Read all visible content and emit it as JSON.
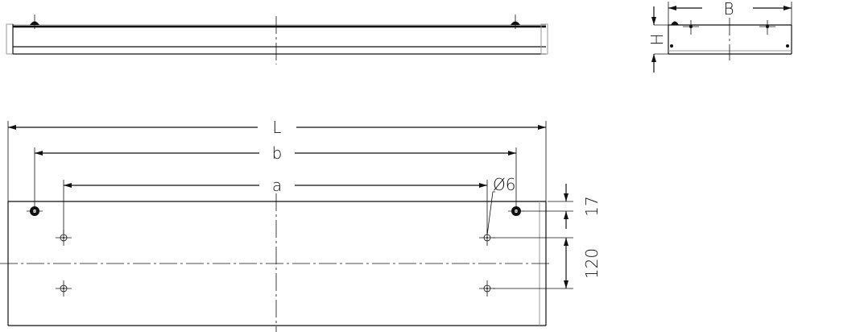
{
  "drawing": {
    "labels": {
      "length": "L",
      "mount_spacing_outer": "b",
      "mount_spacing_inner": "a",
      "hole_diameter": "Ø6",
      "edge_offset": "17",
      "hole_row_spacing": "120",
      "width": "B",
      "height": "H"
    },
    "colors": {
      "line": "#111111",
      "background": "#ffffff"
    }
  }
}
